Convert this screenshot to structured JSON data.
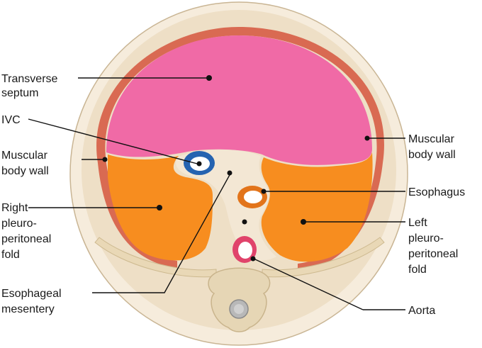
{
  "labels": {
    "transverse_septum": [
      "Transverse",
      "septum"
    ],
    "ivc": [
      "IVC"
    ],
    "muscular_body_wall_left": [
      "Muscular",
      "body wall"
    ],
    "right_pleuroperitoneal_fold": [
      "Right",
      "pleuro-",
      "peritoneal",
      "fold"
    ],
    "esophageal_mesentery": [
      "Esophageal",
      "mesentery"
    ],
    "muscular_body_wall_right": [
      "Muscular",
      "body wall"
    ],
    "esophagus": [
      "Esophagus"
    ],
    "left_pleuroperitoneal_fold": [
      "Left",
      "pleuro-",
      "peritoneal",
      "fold"
    ],
    "aorta": [
      "Aorta"
    ]
  },
  "colors": {
    "body_outline": "#f3e7d4",
    "body_fill": "#ecdcc2",
    "muscle": "#d96a52",
    "transverse_septum": "#f06aa6",
    "pleuroperitoneal_fold": "#f78d1f",
    "mesentery": "#f3e7d4",
    "ivc": "#2563b0",
    "esophagus": "#e2741a",
    "aorta": "#e0436b",
    "vertebra": "#e6d6b5",
    "spinal_cord": "#b8b8b8",
    "leader_line": "#111111"
  }
}
